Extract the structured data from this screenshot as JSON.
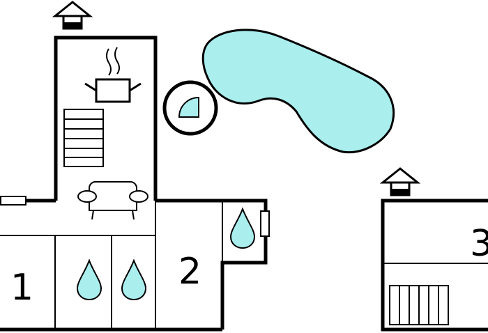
{
  "rooms": [
    {
      "number": "1"
    },
    {
      "number": "2"
    },
    {
      "number": "3"
    }
  ],
  "icons": {
    "house": "house-icon",
    "pot": "cooking-pot-icon",
    "stairs": "stairs-icon",
    "sofa": "sofa-icon",
    "shower": "shower-icon",
    "water_drop": "water-drop-icon",
    "pool": "pool-icon",
    "door": "door-icon"
  },
  "colors": {
    "water": "#aaeeee",
    "wall": "#000000",
    "background": "#ffffff"
  }
}
